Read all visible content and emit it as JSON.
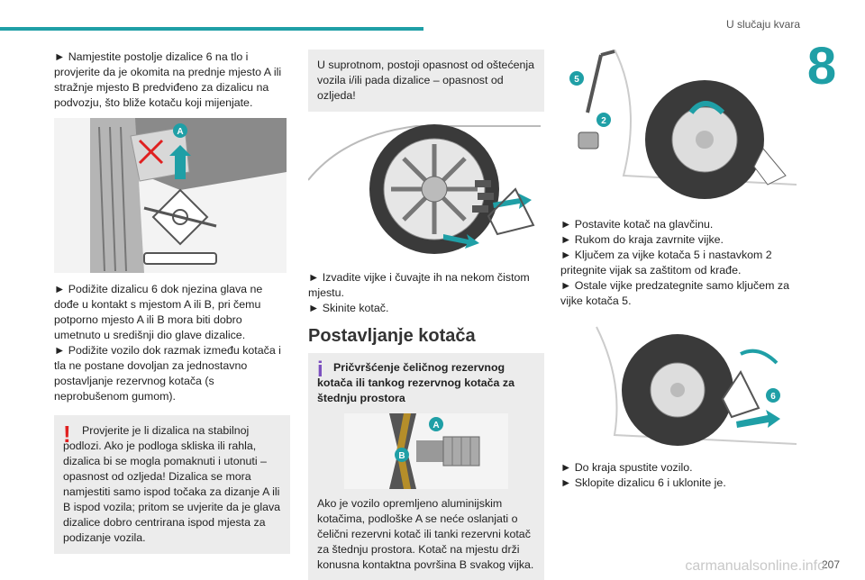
{
  "header": {
    "section": "U slučaju kvara",
    "chapter": "8"
  },
  "col1": {
    "p1": "► Namjestite postolje dizalice 6 na tlo i provjerite da je okomita na prednje mjesto A ili stražnje mjesto B predviđeno za dizalicu na podvozju, što bliže kotaču koji mijenjate.",
    "fig_label": "A",
    "p2": "► Podižite dizalicu 6 dok njezina glava ne dođe u kontakt s mjestom A ili B, pri čemu potporno mjesto A ili B mora biti dobro umetnuto u središnji dio glave dizalice.",
    "p3": "► Podižite vozilo dok razmak između kotača i tla ne postane dovoljan za jednostavno postavljanje rezervnog kotača (s neprobušenom gumom).",
    "warn": "Provjerite je li dizalica na stabilnoj podlozi. Ako je podloga skliska ili rahla, dizalica bi se mogla pomaknuti i utonuti – opasnost od ozljeda! Dizalica se mora namjestiti samo ispod točaka za dizanje A ili B ispod vozila; pritom se uvjerite da je glava dizalice dobro centrirana ispod mjesta za podizanje vozila."
  },
  "col2": {
    "warn2": "U suprotnom, postoji opasnost od oštećenja vozila i/ili pada dizalice – opasnost od ozljeda!",
    "p1": "► Izvadite vijke i čuvajte ih na nekom čistom mjestu.",
    "p2": "► Skinite kotač.",
    "heading": "Postavljanje kotača",
    "info_title": "Pričvršćenje čeličnog rezervnog kotača ili tankog rezervnog kotača za štednju prostora",
    "fig_a": "A",
    "fig_b": "B",
    "info_text": "Ako je vozilo opremljeno aluminijskim kotačima, podloške A se neće oslanjati o čelični rezervni kotač ili tanki rezervni kotač za štednju prostora. Kotač na mjestu drži konusna kontaktna površina B svakog vijka."
  },
  "col3": {
    "fig_5": "5",
    "fig_2": "2",
    "p1": "► Postavite kotač na glavčinu.",
    "p2": "► Rukom do kraja zavrnite vijke.",
    "p3": "► Ključem za vijke kotača 5 i nastavkom 2 pritegnite vijak sa zaštitom od krađe.",
    "p4": "► Ostale vijke predzategnite samo ključem za vijke kotača 5.",
    "fig_6": "6",
    "p5": "► Do kraja spustite vozilo.",
    "p6": "► Sklopite dizalicu 6 i uklonite je."
  },
  "footer": {
    "page": "207",
    "watermark": "carmanualsonline.info"
  }
}
